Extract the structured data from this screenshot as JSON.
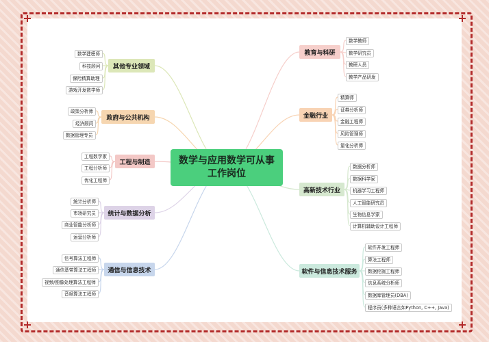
{
  "center": {
    "line1": "数学与应用数学可从事",
    "line2": "工作岗位"
  },
  "colors": {
    "other": "#dce7b8",
    "gov": "#f6d6b0",
    "eng": "#f3c8c6",
    "stat": "#ddd3e7",
    "comm": "#c7d6ec",
    "edu": "#f6cfcb",
    "fin": "#f8d3b4",
    "tech": "#d6e8cf",
    "soft": "#cbe9dd"
  },
  "left": [
    {
      "label": "其他专业领域",
      "items": [
        "数学建模师",
        "科技顾问",
        "保险精算助理",
        "游戏开发数学师"
      ]
    },
    {
      "label": "政府与公共机构",
      "items": [
        "政策分析师",
        "经济顾问",
        "数据管理专员"
      ]
    },
    {
      "label": "工程与制造",
      "items": [
        "工程数学家",
        "工程分析师",
        "优化工程师"
      ]
    },
    {
      "label": "统计与数据分析",
      "items": [
        "统计分析师",
        "市场研究员",
        "商业智能分析师",
        "运营分析师"
      ]
    },
    {
      "label": "通信与信息技术",
      "items": [
        "信号算法工程师",
        "通信基带算法工程师",
        "视频/图像处理算法工程师",
        "音频算法工程师"
      ]
    }
  ],
  "right": [
    {
      "label": "教育与科研",
      "items": [
        "数学教师",
        "数学研究员",
        "教研人员",
        "教学产品研发"
      ]
    },
    {
      "label": "金融行业",
      "items": [
        "精算师",
        "证券分析师",
        "金融工程师",
        "风险管理师",
        "量化分析师"
      ]
    },
    {
      "label": "高新技术行业",
      "items": [
        "数据分析师",
        "数据科学家",
        "机器学习工程师",
        "人工智能研究员",
        "生物信息学家",
        "计算机辅助设计工程师"
      ]
    },
    {
      "label": "软件与信息技术服务",
      "items": [
        "软件开发工程师",
        "算法工程师",
        "数据挖掘工程师",
        "信息系统分析师",
        "数据库管理员(DBA)",
        "程序员(多种语言如Python, C++, Java)"
      ]
    }
  ]
}
